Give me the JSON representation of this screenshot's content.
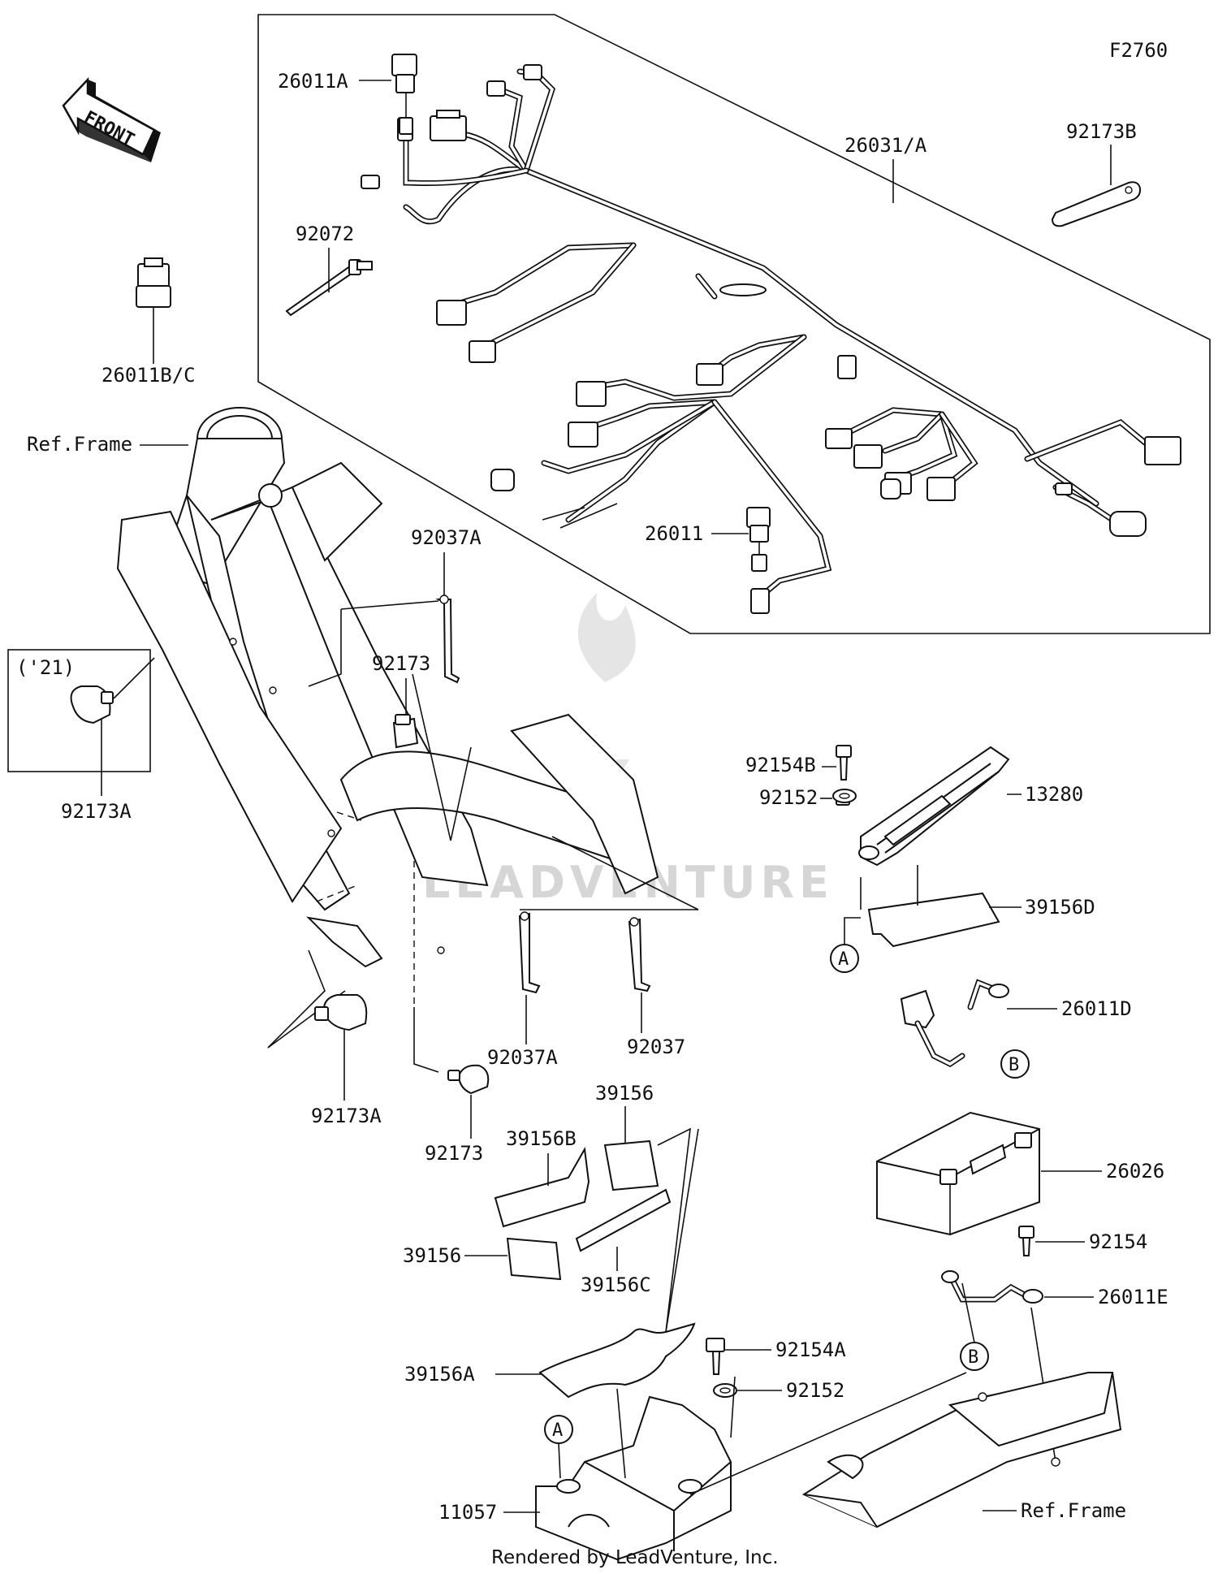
{
  "diagram": {
    "code": "F2760",
    "footer": "Rendered by LeadVenture, Inc.",
    "watermark": "LEADVENTURE",
    "front_arrow": "FRONT",
    "variant_note": "('21)",
    "ref_frame_top": "Ref.Frame",
    "ref_frame_bottom": "Ref.Frame",
    "callout_a": "A",
    "callout_b": "B"
  },
  "parts": {
    "p26011A": "26011A",
    "p26031A": "26031/A",
    "p92173B": "92173B",
    "p92072": "92072",
    "p26011BC": "26011B/C",
    "p26011": "26011",
    "p92037A_top": "92037A",
    "p92173_top": "92173",
    "p92173A_box": "92173A",
    "p92154B": "92154B",
    "p92152_top": "92152",
    "p13280": "13280",
    "p39156D": "39156D",
    "p26011D": "26011D",
    "p92037A_bottom": "92037A",
    "p92037": "92037",
    "p92173A_bottom": "92173A",
    "p92173_bottom": "92173",
    "p39156_top": "39156",
    "p39156B": "39156B",
    "p39156_left": "39156",
    "p39156C": "39156C",
    "p26026": "26026",
    "p92154": "92154",
    "p26011E": "26011E",
    "p39156A": "39156A",
    "p92154A": "92154A",
    "p92152_bottom": "92152",
    "p11057": "11057"
  }
}
